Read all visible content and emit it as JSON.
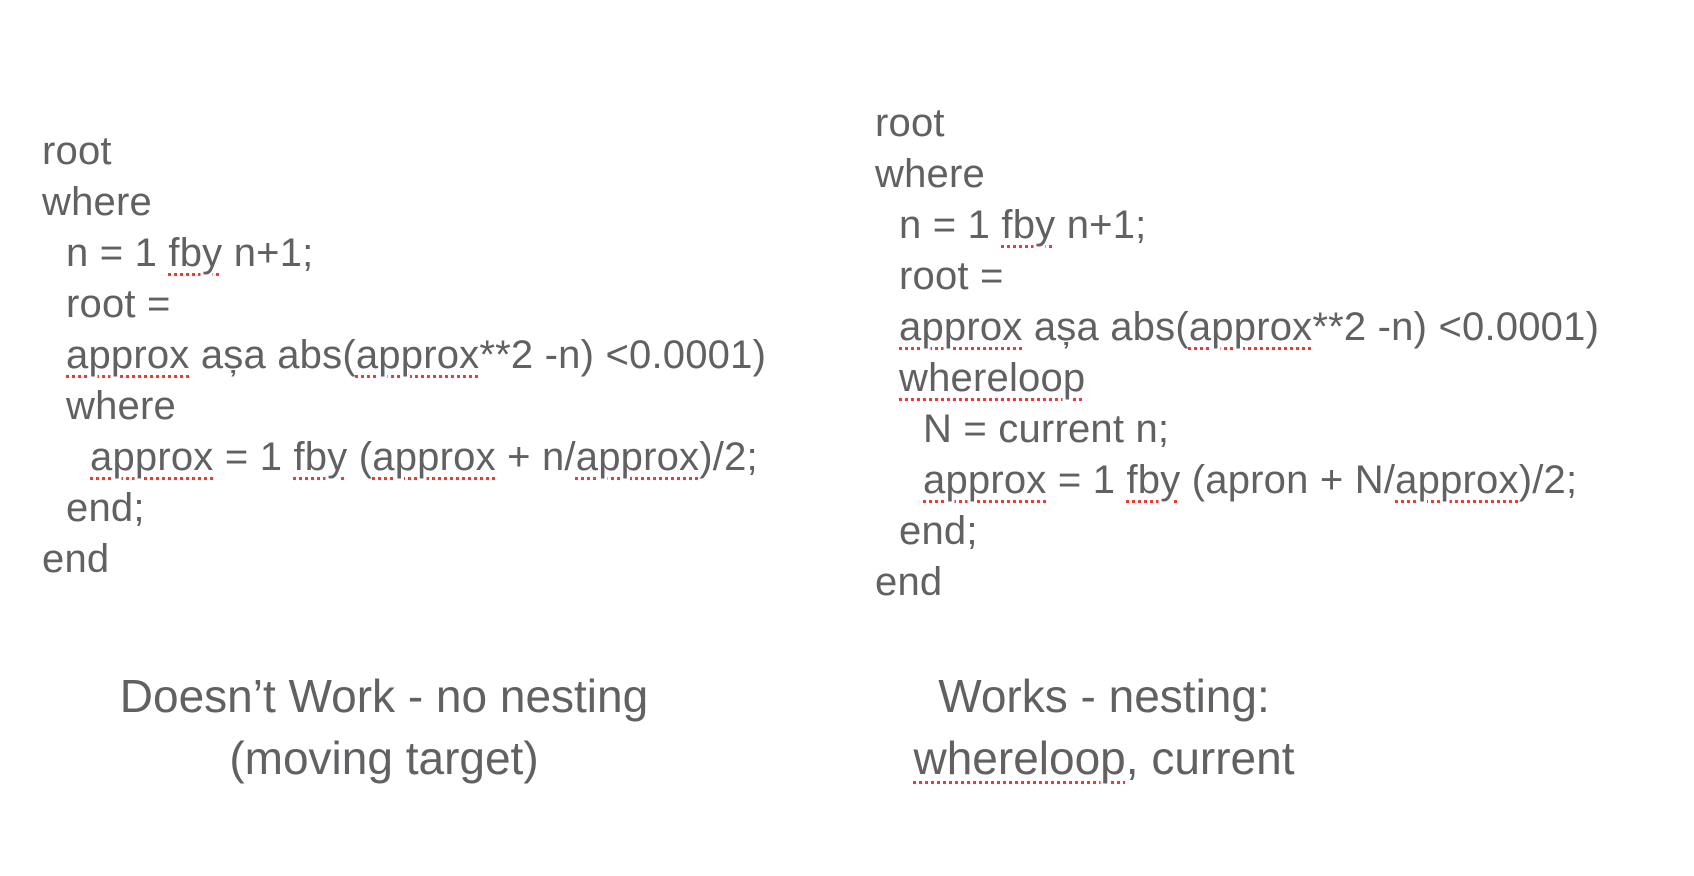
{
  "colors": {
    "background": "#ffffff",
    "text": "#616164",
    "squiggle": "#f23a2f"
  },
  "left_panel": {
    "code_lines": [
      {
        "indent": 0,
        "segments": [
          {
            "t": "root",
            "u": false
          }
        ]
      },
      {
        "indent": 0,
        "segments": [
          {
            "t": "where",
            "u": false
          }
        ]
      },
      {
        "indent": 1,
        "segments": [
          {
            "t": "n = 1 ",
            "u": false
          },
          {
            "t": "fby",
            "u": true
          },
          {
            "t": " n+1;",
            "u": false
          }
        ]
      },
      {
        "indent": 1,
        "segments": [
          {
            "t": "root =",
            "u": false
          }
        ]
      },
      {
        "indent": 1,
        "segments": [
          {
            "t": "approx",
            "u": true
          },
          {
            "t": " așa abs(",
            "u": false
          },
          {
            "t": "approx",
            "u": true
          },
          {
            "t": "**2 -n) <0.0001)",
            "u": false
          }
        ]
      },
      {
        "indent": 1,
        "segments": [
          {
            "t": "where",
            "u": false
          }
        ]
      },
      {
        "indent": 2,
        "segments": [
          {
            "t": "approx",
            "u": true
          },
          {
            "t": " = 1 ",
            "u": false
          },
          {
            "t": "fby",
            "u": true
          },
          {
            "t": " (",
            "u": false
          },
          {
            "t": "approx",
            "u": true
          },
          {
            "t": " + n/",
            "u": false
          },
          {
            "t": "approx",
            "u": true
          },
          {
            "t": ")/2;",
            "u": false
          }
        ]
      },
      {
        "indent": 1,
        "segments": [
          {
            "t": "end;",
            "u": false
          }
        ]
      },
      {
        "indent": 0,
        "segments": [
          {
            "t": "end",
            "u": false
          }
        ]
      }
    ],
    "caption_lines": [
      {
        "indent": 0,
        "segments": [
          {
            "t": "Doesn’t Work - no nesting",
            "u": false
          }
        ]
      },
      {
        "indent": 0,
        "segments": [
          {
            "t": "(moving target)",
            "u": false
          }
        ]
      }
    ]
  },
  "right_panel": {
    "code_lines": [
      {
        "indent": 0,
        "segments": [
          {
            "t": "root",
            "u": false
          }
        ]
      },
      {
        "indent": 0,
        "segments": [
          {
            "t": "where",
            "u": false
          }
        ]
      },
      {
        "indent": 1,
        "segments": [
          {
            "t": "n = 1 ",
            "u": false
          },
          {
            "t": "fby",
            "u": true
          },
          {
            "t": " n+1;",
            "u": false
          }
        ]
      },
      {
        "indent": 1,
        "segments": [
          {
            "t": "root =",
            "u": false
          }
        ]
      },
      {
        "indent": 1,
        "segments": [
          {
            "t": "approx",
            "u": true
          },
          {
            "t": " așa abs(",
            "u": false
          },
          {
            "t": "approx",
            "u": true
          },
          {
            "t": "**2 -n) <0.0001)",
            "u": false
          }
        ]
      },
      {
        "indent": 1,
        "segments": [
          {
            "t": "whereloop",
            "u": true
          }
        ]
      },
      {
        "indent": 2,
        "segments": [
          {
            "t": "N = current n;",
            "u": false
          }
        ]
      },
      {
        "indent": 2,
        "segments": [
          {
            "t": "approx",
            "u": true
          },
          {
            "t": " = 1 ",
            "u": false
          },
          {
            "t": "fby",
            "u": true
          },
          {
            "t": " (apron + N/",
            "u": false
          },
          {
            "t": "approx",
            "u": true
          },
          {
            "t": ")/2;",
            "u": false
          }
        ]
      },
      {
        "indent": 1,
        "segments": [
          {
            "t": "end;",
            "u": false
          }
        ]
      },
      {
        "indent": 0,
        "segments": [
          {
            "t": "end",
            "u": false
          }
        ]
      }
    ],
    "caption_lines": [
      {
        "indent": 0,
        "segments": [
          {
            "t": "Works - nesting:",
            "u": false
          }
        ]
      },
      {
        "indent": 0,
        "segments": [
          {
            "t": "whereloop",
            "u": true
          },
          {
            "t": ", current",
            "u": false
          }
        ]
      }
    ]
  }
}
